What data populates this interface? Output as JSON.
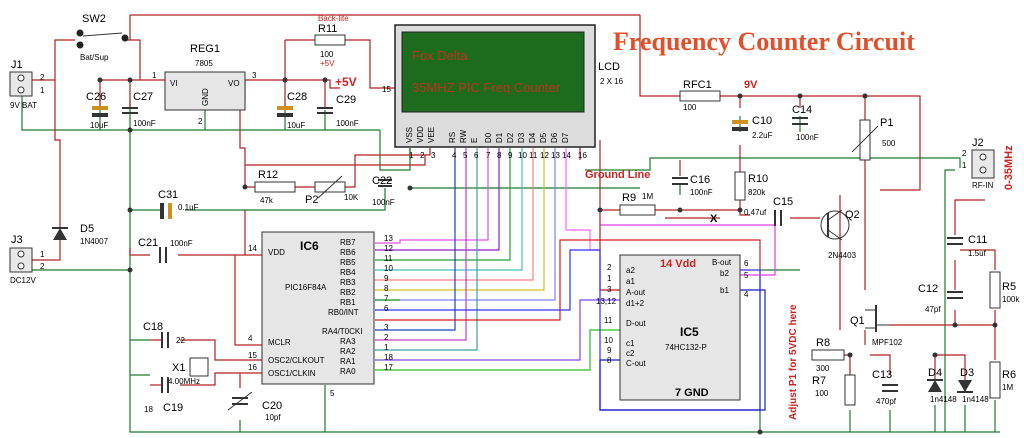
{
  "title": "Frequency Counter Circuit",
  "lcd": {
    "line1": "Fox Delta",
    "line2": "35MHZ PIC Freq Counter",
    "name": "LCD",
    "size": "2 X 16",
    "pins": [
      "VSS",
      "VDD",
      "VEE",
      "RS",
      "RW",
      "E",
      "D0",
      "D1",
      "D2",
      "D3",
      "D4",
      "D5",
      "D6",
      "D7"
    ],
    "pin_nums": [
      "1",
      "2",
      "3",
      "4",
      "5",
      "6",
      "7",
      "8",
      "9",
      "10",
      "11",
      "12",
      "13",
      "14"
    ],
    "pin15": "15",
    "pin16": "16"
  },
  "switch": {
    "name": "SW2",
    "sub": "Bat/Sup"
  },
  "reg": {
    "name": "REG1",
    "part": "7805",
    "vi": "VI",
    "vo": "VO",
    "gnd": "GND",
    "p1": "1",
    "p3": "3",
    "p2": "2"
  },
  "j1": {
    "name": "J1",
    "sub": "9V BAT",
    "p2": "2",
    "p1": "1"
  },
  "j2": {
    "name": "J2",
    "sub": "RF-IN",
    "range": "0-35MHz",
    "p2": "2",
    "p1": "1"
  },
  "j3": {
    "name": "J3",
    "sub": "DC12V",
    "p1": "1",
    "p2": "2"
  },
  "backlite": "Back-lite",
  "plus5": "+5V",
  "nine_v": "9V",
  "ground_line": "Ground Line",
  "adjust": "Adjust P1 for 5VDC here",
  "x_mark": "X",
  "components": {
    "C26": {
      "name": "C26",
      "val": "10uF"
    },
    "C27": {
      "name": "C27",
      "val": "100nF"
    },
    "C28": {
      "name": "C28",
      "val": "10uF"
    },
    "C29": {
      "name": "C29",
      "val": "100nF"
    },
    "R11": {
      "name": "R11",
      "val": "100",
      "extra": "+5V"
    },
    "R12": {
      "name": "R12",
      "val": "47k"
    },
    "P2": {
      "name": "P2",
      "val": "10K"
    },
    "C22": {
      "name": "C22",
      "val": "100nF"
    },
    "C31": {
      "name": "C31",
      "val": "0.1uF"
    },
    "D5": {
      "name": "D5",
      "val": "1N4007"
    },
    "C21": {
      "name": "C21",
      "val": "100nF"
    },
    "C18": {
      "name": "C18",
      "val": "22"
    },
    "X1": {
      "name": "X1",
      "val": "4.00MHz"
    },
    "C19": {
      "name": "C19",
      "val": "18"
    },
    "C20": {
      "name": "C20",
      "val": "10pf"
    },
    "RFC1": {
      "name": "RFC1",
      "val": "100"
    },
    "C10": {
      "name": "C10",
      "val": "2.2uF"
    },
    "C14": {
      "name": "C14",
      "val": "100nF"
    },
    "P1": {
      "name": "P1",
      "val": "500"
    },
    "C16": {
      "name": "C16",
      "val": "100nF"
    },
    "R9": {
      "name": "R9",
      "val": "1M"
    },
    "R10": {
      "name": "R10",
      "val": "820k"
    },
    "C15": {
      "name": "C15",
      "val": "0.47uf"
    },
    "Q2": {
      "name": "Q2",
      "val": "2N4403"
    },
    "C11": {
      "name": "C11",
      "val": "1.5uf"
    },
    "C12": {
      "name": "C12",
      "val": "47pf"
    },
    "R5": {
      "name": "R5",
      "val": "100k"
    },
    "Q1": {
      "name": "Q1",
      "val": "MPF102"
    },
    "R8": {
      "name": "R8",
      "val": "300"
    },
    "R7": {
      "name": "R7",
      "val": "100"
    },
    "C13": {
      "name": "C13",
      "val": "470pf"
    },
    "D4": {
      "name": "D4",
      "val": "1n4148"
    },
    "D3": {
      "name": "D3",
      "val": "1n4148"
    },
    "R6": {
      "name": "R6",
      "val": "1M"
    }
  },
  "ic6": {
    "name": "IC6",
    "part": "PIC16F84A",
    "vdd": "VDD",
    "mclr": "MCLR",
    "osc2": "OSC2/CLKOUT",
    "osc1": "OSC1/CLKIN",
    "right_pins": [
      "RB7",
      "RB6",
      "RB5",
      "RB4",
      "RB3",
      "RB2",
      "RB1",
      "RB0/INT",
      "RA4/T0CKI",
      "RA3",
      "RA2",
      "RA1",
      "RA0"
    ],
    "right_nums": [
      "13",
      "12",
      "11",
      "10",
      "9",
      "8",
      "7",
      "6",
      "3",
      "2",
      "1",
      "18",
      "17"
    ],
    "p14": "14",
    "p4": "4",
    "p15": "15",
    "p16": "16",
    "p5": "5"
  },
  "ic5": {
    "name": "IC5",
    "part": "74HC132-P",
    "vdd": "14 Vdd",
    "gnd": "7 GND",
    "left_pins": [
      "a2",
      "a1",
      "A-out",
      "d1+2",
      "D-out",
      "c1",
      "c2",
      "C-out"
    ],
    "left_nums": [
      "2",
      "1",
      "3",
      "13,12",
      "11",
      "10",
      "9",
      "8"
    ],
    "right_pins": [
      "B-out",
      "b2",
      "b1"
    ],
    "right_nums": [
      "6",
      "5",
      "4"
    ]
  }
}
